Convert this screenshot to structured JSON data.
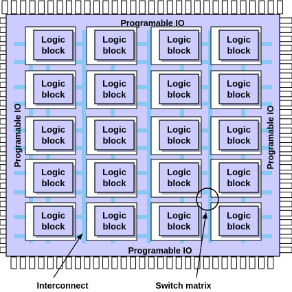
{
  "io": {
    "top": "Programable IO",
    "bottom": "Programable IO",
    "left": "Programable IO",
    "right": "Programable IO"
  },
  "logic_block": {
    "line1": "Logic",
    "line2": "block",
    "rows": 5,
    "cols": 4
  },
  "callouts": {
    "interconnect": "Interconnect",
    "switch_matrix": "Switch matrix"
  },
  "colors": {
    "chip_fill": "#ccccff",
    "interconnect": "#88c8f4",
    "outline": "#000000"
  }
}
